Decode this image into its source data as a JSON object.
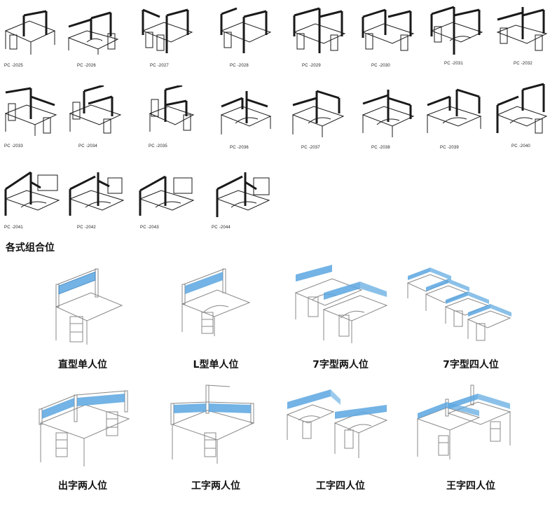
{
  "catalog": {
    "models": [
      {
        "code": "PC -2025"
      },
      {
        "code": "PC -2026"
      },
      {
        "code": "PC -2027"
      },
      {
        "code": "PC -2028"
      },
      {
        "code": "PC -2029"
      },
      {
        "code": "PC -2030"
      },
      {
        "code": "PC -2031"
      },
      {
        "code": "PC -2032"
      },
      {
        "code": "PC -2033"
      },
      {
        "code": "PC -2034"
      },
      {
        "code": "PC -2035"
      },
      {
        "code": "PC -2036"
      },
      {
        "code": "PC -2037"
      },
      {
        "code": "PC -2038"
      },
      {
        "code": "PC -2039"
      },
      {
        "code": "PC -2040"
      },
      {
        "code": "PC -2041"
      },
      {
        "code": "PC -2042"
      },
      {
        "code": "PC -2043"
      },
      {
        "code": "PC -2044"
      }
    ]
  },
  "section": {
    "title": "各式组合位"
  },
  "combinations": [
    {
      "label": "直型单人位"
    },
    {
      "label": "L型单人位"
    },
    {
      "label": "7字型两人位"
    },
    {
      "label": "7字型四人位"
    },
    {
      "label": "出字两人位"
    },
    {
      "label": "工字两人位"
    },
    {
      "label": "工字四人位"
    },
    {
      "label": "王字四人位"
    }
  ],
  "colors": {
    "line": "#1a1a1a",
    "light_line": "#9aa0a6",
    "glass": "#5aa6e0"
  }
}
